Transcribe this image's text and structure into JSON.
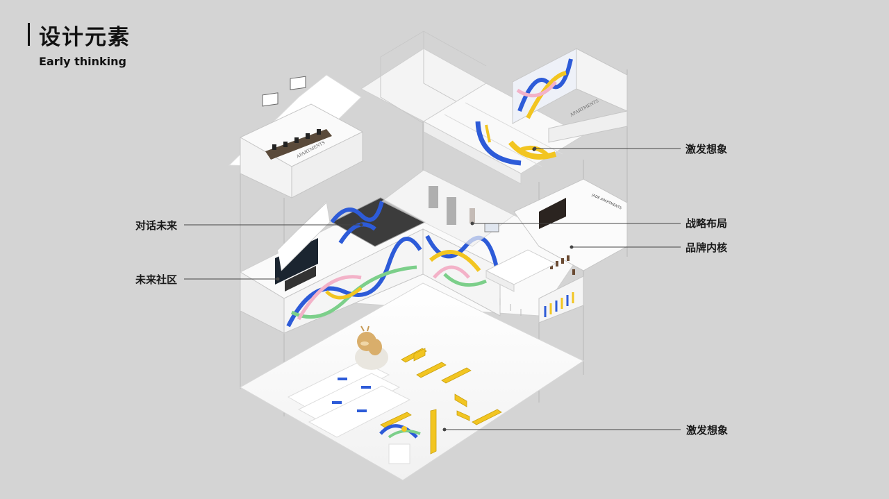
{
  "header": {
    "title": "设计元素",
    "subtitle": "Early thinking"
  },
  "callouts": {
    "top_right": "激发想象",
    "strategy": "战略布局",
    "brand_core": "品牌内核",
    "dialogue": "对话未来",
    "community": "未来社区",
    "bottom_right": "激发想象"
  },
  "signage": {
    "apartments_sign_a": "APARTMENTS",
    "apartments_sign_b": "APARTMENTS",
    "jade_sign": "JADE APARTMENTS"
  },
  "colors": {
    "background": "#d4d4d4",
    "accent_blue": "#2d5bd8",
    "accent_yellow": "#f2c521",
    "accent_pink": "#f3b2c8",
    "accent_green": "#7ccf8a"
  }
}
